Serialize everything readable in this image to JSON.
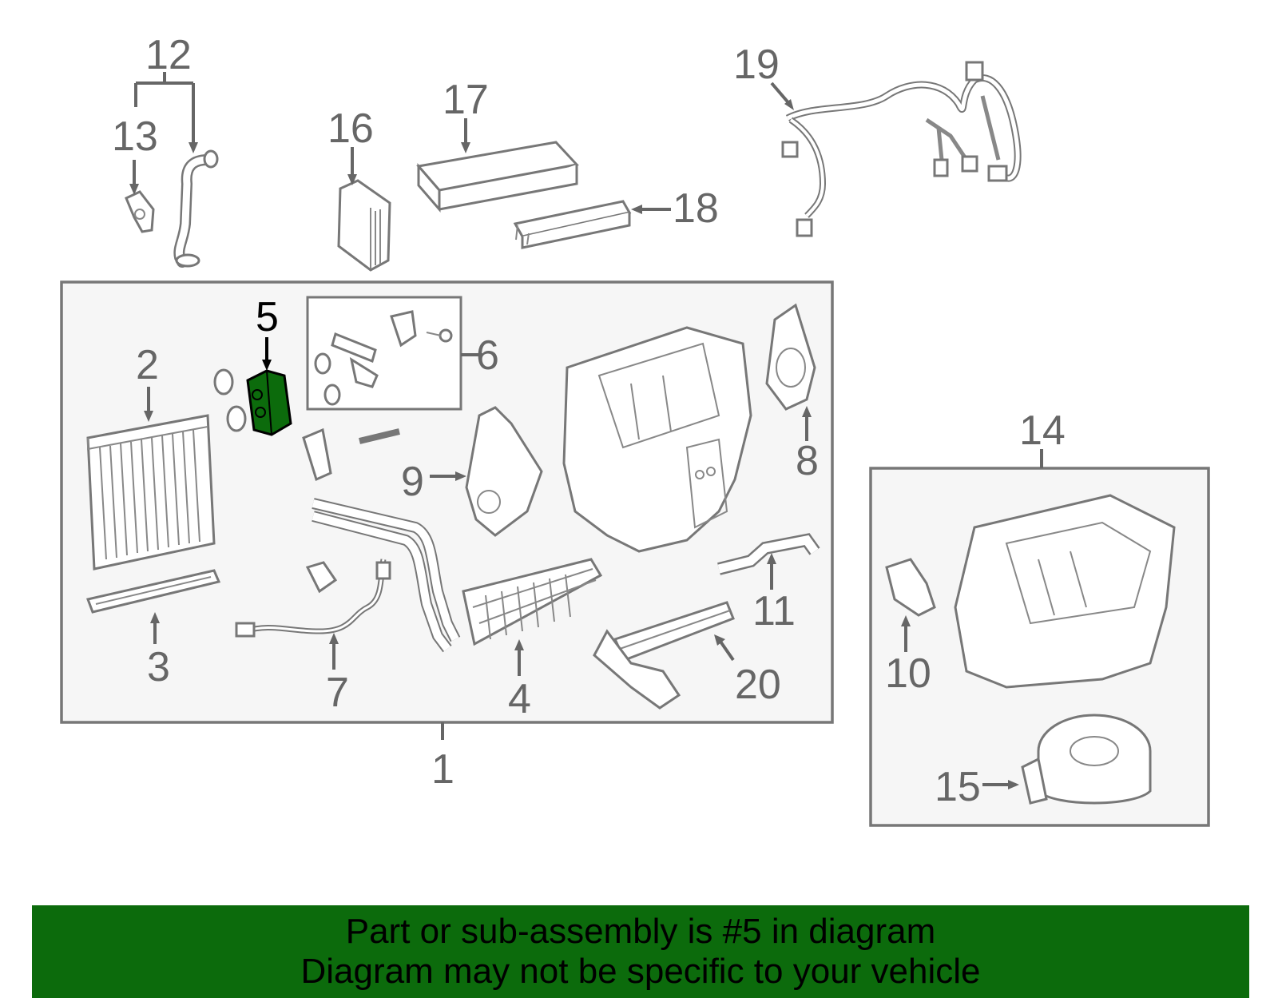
{
  "callouts": {
    "c1": "1",
    "c2": "2",
    "c3": "3",
    "c4": "4",
    "c5": "5",
    "c6": "6",
    "c7": "7",
    "c8": "8",
    "c9": "9",
    "c10": "10",
    "c11": "11",
    "c12": "12",
    "c13": "13",
    "c14": "14",
    "c15": "15",
    "c16": "16",
    "c17": "17",
    "c18": "18",
    "c19": "19",
    "c20": "20"
  },
  "highlight": {
    "part": "5",
    "color": "#0c6b0c"
  },
  "banner": {
    "line1": "Part or sub-assembly is #5 in diagram",
    "line2": "Diagram may not be specific to your vehicle",
    "background": "#0c6b0c"
  }
}
